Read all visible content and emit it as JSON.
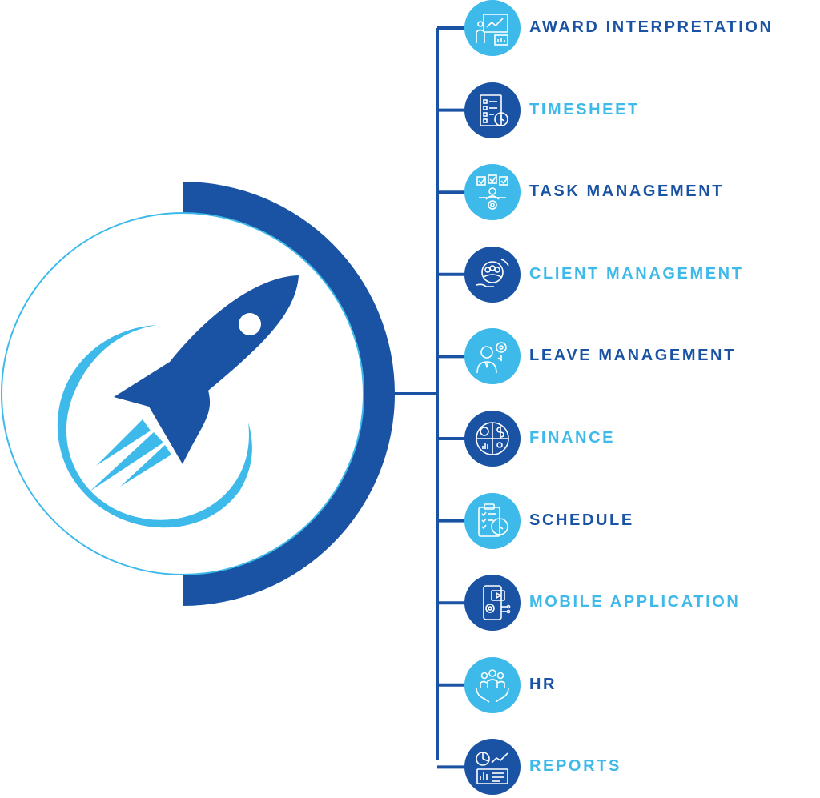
{
  "colors": {
    "dark_blue": "#1a53a4",
    "light_blue": "#3db9ea",
    "white": "#ffffff"
  },
  "hub": {
    "icon": "rocket-icon"
  },
  "features": [
    {
      "label": "AWARD INTERPRETATION",
      "icon": "presentation-chart-icon",
      "badge_color": "#3db9ea",
      "text_color": "#1a53a4"
    },
    {
      "label": "TIMESHEET",
      "icon": "timesheet-checklist-icon",
      "badge_color": "#1a53a4",
      "text_color": "#3db9ea"
    },
    {
      "label": "TASK MANAGEMENT",
      "icon": "task-checklist-person-icon",
      "badge_color": "#3db9ea",
      "text_color": "#1a53a4"
    },
    {
      "label": "CLIENT MANAGEMENT",
      "icon": "client-group-hands-icon",
      "badge_color": "#1a53a4",
      "text_color": "#3db9ea"
    },
    {
      "label": "LEAVE MANAGEMENT",
      "icon": "person-gear-icon",
      "badge_color": "#3db9ea",
      "text_color": "#1a53a4"
    },
    {
      "label": "FINANCE",
      "icon": "finance-pie-dollar-icon",
      "badge_color": "#1a53a4",
      "text_color": "#3db9ea"
    },
    {
      "label": "SCHEDULE",
      "icon": "clipboard-clock-icon",
      "badge_color": "#3db9ea",
      "text_color": "#1a53a4"
    },
    {
      "label": "MOBILE APPLICATION",
      "icon": "mobile-app-icon",
      "badge_color": "#1a53a4",
      "text_color": "#3db9ea"
    },
    {
      "label": "HR",
      "icon": "people-in-hands-icon",
      "badge_color": "#3db9ea",
      "text_color": "#1a53a4"
    },
    {
      "label": "REPORTS",
      "icon": "report-dashboard-icon",
      "badge_color": "#1a53a4",
      "text_color": "#3db9ea"
    }
  ]
}
